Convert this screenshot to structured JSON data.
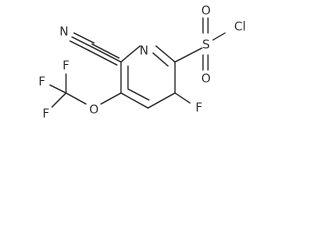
{
  "molecule": {
    "atoms": {
      "N_ring": "N",
      "N_nitrile": "N",
      "S": "S",
      "Cl": "Cl",
      "O_top": "O",
      "O_bottom": "O",
      "O_ether": "O",
      "F_ring": "F",
      "F_cf3_a": "F",
      "F_cf3_b": "F",
      "F_cf3_c": "F"
    }
  }
}
